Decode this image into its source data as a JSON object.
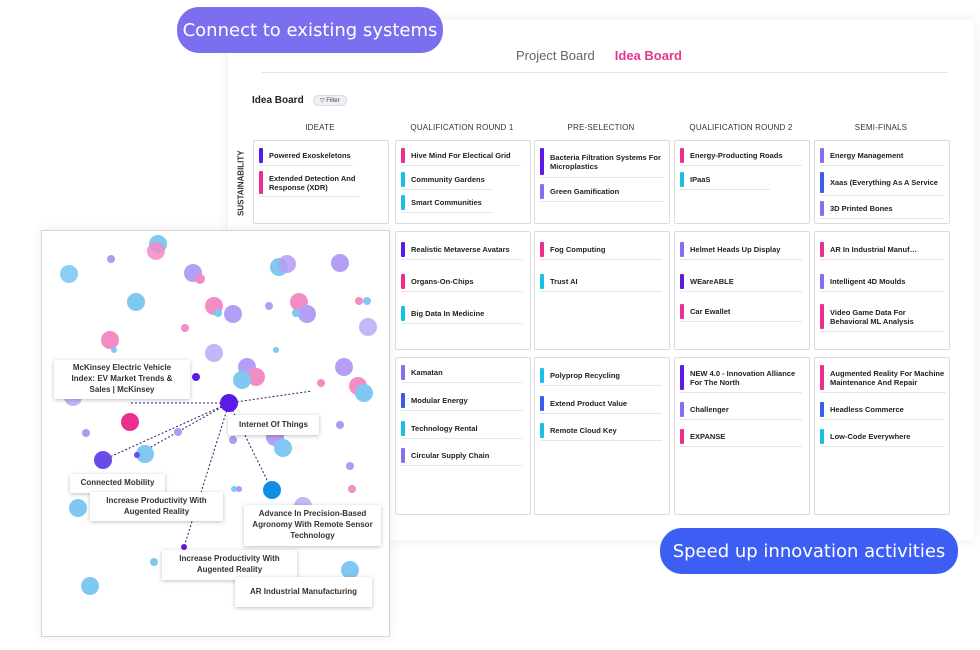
{
  "banner_top": "Connect to existing systems",
  "banner_bottom": "Speed up innovation activities",
  "tabs": [
    "Project Board",
    "Idea Board"
  ],
  "active_tab": "Idea Board",
  "board": {
    "title": "Idea Board",
    "filter_label": "Filter",
    "row_label": "SUSTAINABILITY",
    "columns": [
      "IDEATE",
      "QUALIFICATION ROUND 1",
      "PRE-SELECTION",
      "QUALIFICATION ROUND 2",
      "SEMI-FINALS"
    ]
  },
  "cards": {
    "r0c0": [
      "Powered Exoskeletons",
      "Extended Detection And Response (XDR)"
    ],
    "r0c1": [
      "Hive Mind For Electical Grid",
      "Community Gardens",
      "Smart Communities"
    ],
    "r0c2": [
      "Bacteria Filtration Systems For Microplastics",
      "Green Gamification"
    ],
    "r0c3": [
      "Energy-Producting Roads",
      "IPaaS"
    ],
    "r0c4": [
      "Energy Management",
      "Xaas (Everything As A Service",
      "3D Printed Bones"
    ],
    "r1c1": [
      "Realistic Metaverse Avatars",
      "Organs-On-Chips",
      "Big Data In Medicine"
    ],
    "r1c2": [
      "Fog Computing",
      "Trust AI"
    ],
    "r1c3": [
      "Helmet Heads Up Display",
      "WEareABLE",
      "Car Ewallet"
    ],
    "r1c4": [
      "AR In Industrial Manuf…",
      "Intelligent 4D Moulds",
      "Video Game Data For Behavioral ML Analysis"
    ],
    "r2c1": [
      "Kamatan",
      "Modular Energy",
      "Technology Rental",
      "Circular Supply Chain"
    ],
    "r2c2": [
      "Polyprop Recycling",
      "Extend Product Value",
      "Remote Cloud Key"
    ],
    "r2c3": [
      "NEW 4.0 - Innovation Alliance For The North",
      "Challenger",
      "EXPANSE"
    ],
    "r2c4": [
      "Augmented Reality For Machine Maintenance And Repair",
      "Headless Commerce",
      "Low-Code Everywhere"
    ]
  },
  "network_labels": {
    "mckinsey": "McKinsey Electric Vehicle Index: EV Market Trends & Sales | McKinsey",
    "iot": "Internet Of Things",
    "connected": "Connected Mobility",
    "increase1": "Increase Productivity With Augented Reality",
    "advance": "Advance In Precision-Based Agronomy With Remote Sensor Technology",
    "increase2": "Increase Productivity With Augented Reality",
    "ar": "AR Industrial Manufacturing"
  },
  "colors": {
    "purple": "#5b1ae6",
    "pink": "#ec2f8e",
    "cyan": "#19c0e6",
    "lavender": "#8b6cf0",
    "blue": "#3a5bf0"
  }
}
